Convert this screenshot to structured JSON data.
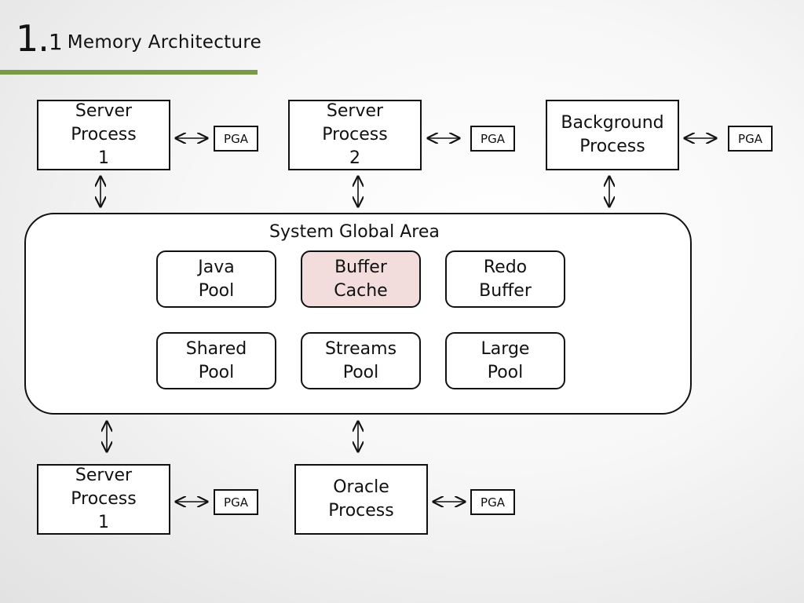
{
  "header": {
    "num_main": "1.",
    "num_sub": "1",
    "title": "Memory Architecture"
  },
  "processes": {
    "top_1": "Server\nProcess\n1",
    "top_2": "Server\nProcess\n2",
    "top_3": "Background\nProcess",
    "bottom_1": "Server\nProcess\n1",
    "bottom_2": "Oracle\nProcess"
  },
  "pga_label": "PGA",
  "sga": {
    "title": "System Global Area",
    "pools": {
      "java": "Java\nPool",
      "buffer_cache": "Buffer\nCache",
      "redo": "Redo\nBuffer",
      "shared": "Shared\nPool",
      "streams": "Streams\nPool",
      "large": "Large\nPool"
    }
  },
  "colors": {
    "accent_bar": "#7a9a46",
    "highlight_pool": "#f2dcdc"
  }
}
